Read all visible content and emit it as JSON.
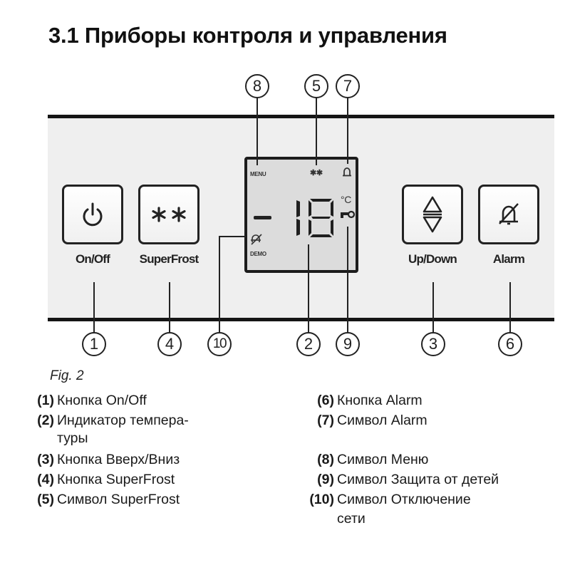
{
  "heading": "3.1 Приборы контроля и управления",
  "panel": {
    "buttons": [
      {
        "id": "on-off",
        "label": "On/Off",
        "icon": "power-icon"
      },
      {
        "id": "superfrost",
        "label": "SuperFrost",
        "icon": "double-asterisk-icon"
      },
      {
        "id": "up-down",
        "label": "Up/Down",
        "icon": "up-down-arrows-icon"
      },
      {
        "id": "alarm",
        "label": "Alarm",
        "icon": "bell-off-icon"
      }
    ],
    "display": {
      "menu_label": "MENU",
      "superfrost_symbol": "✱✱",
      "alarm_symbol": "bell-icon",
      "sign": "–",
      "temperature": "18",
      "unit": "°C",
      "child_lock_symbol": "key-icon",
      "network_off_symbol": "network-off-icon",
      "demo_label": "DEMO"
    }
  },
  "callouts": {
    "top": [
      "8",
      "5",
      "7"
    ],
    "bottom": [
      "1",
      "4",
      "10",
      "2",
      "9",
      "3",
      "6"
    ]
  },
  "caption": "Fig. 2",
  "legend": [
    {
      "num": "(1)",
      "text": "Кнопка On/Off"
    },
    {
      "num": "(2)",
      "text": "Индикатор темпера-",
      "text2": "туры"
    },
    {
      "num": "(3)",
      "text": "Кнопка Вверх/Вниз"
    },
    {
      "num": "(4)",
      "text": "Кнопка SuperFrost"
    },
    {
      "num": "(5)",
      "text": "Символ SuperFrost"
    },
    {
      "num": "(6)",
      "text": "Кнопка Alarm"
    },
    {
      "num": "(7)",
      "text": "Символ Alarm"
    },
    {
      "num": "(8)",
      "text": "Символ Меню"
    },
    {
      "num": "(9)",
      "text": "Символ Защита от детей"
    },
    {
      "num": "(10)",
      "text": "Символ Отключение",
      "text2": "сети"
    }
  ]
}
